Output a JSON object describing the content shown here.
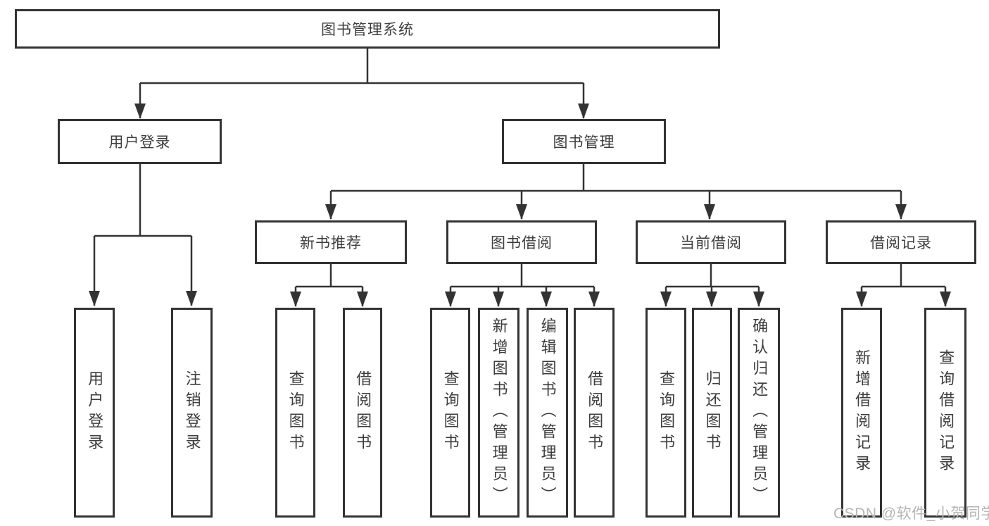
{
  "diagram": {
    "title": "图书管理系统",
    "level2": [
      {
        "id": "user-login",
        "label": "用户登录"
      },
      {
        "id": "book-management",
        "label": "图书管理"
      }
    ],
    "level3": [
      {
        "id": "new-book-recommend",
        "label": "新书推荐"
      },
      {
        "id": "book-borrow",
        "label": "图书借阅"
      },
      {
        "id": "current-borrow",
        "label": "当前借阅"
      },
      {
        "id": "borrow-records",
        "label": "借阅记录"
      }
    ],
    "leaves": {
      "user_login": [
        "用户登录",
        "注销登录"
      ],
      "new_book_recommend": [
        "查询图书",
        "借阅图书"
      ],
      "book_borrow": [
        "查询图书",
        "新增图书（管理员）",
        "编辑图书（管理员）",
        "借阅图书"
      ],
      "current_borrow": [
        "查询图书",
        "归还图书",
        "确认归还（管理员）"
      ],
      "borrow_records": [
        "新增借阅记录",
        "查询借阅记录"
      ]
    },
    "watermark": "CSDN @软件_小贺同学",
    "colors": {
      "line": "#333333",
      "box_border": "#333333",
      "text": "#3d3d3d",
      "watermark": "#b5b5b5",
      "background": "#ffffff"
    }
  }
}
